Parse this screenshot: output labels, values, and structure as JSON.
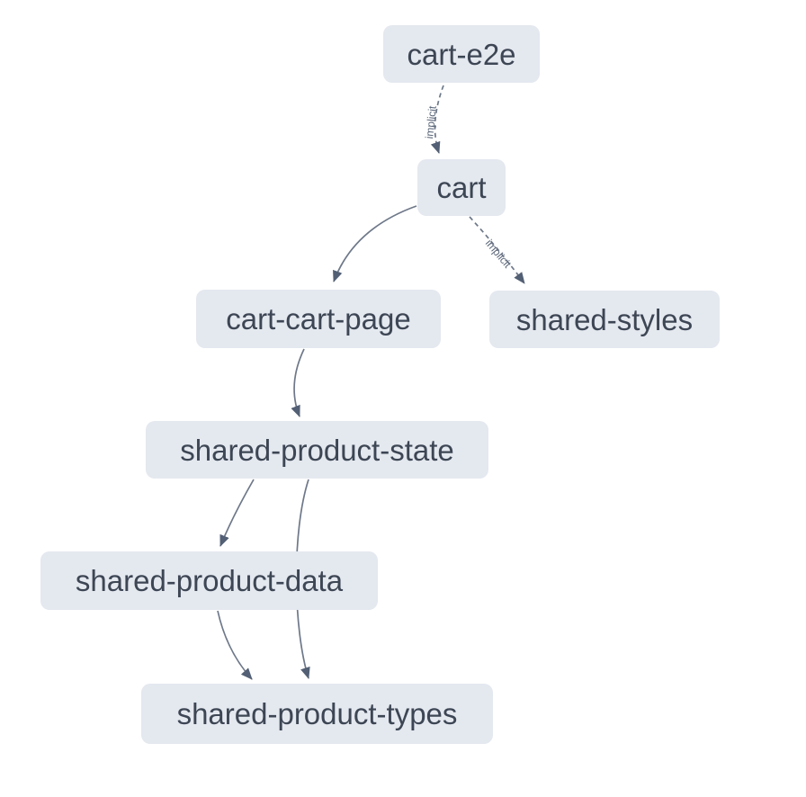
{
  "diagram": {
    "kind": "project-dependency-graph",
    "colors": {
      "background": "#ffffff",
      "node_fill": "#e4e8ef",
      "node_text": "#3d4654",
      "edge_stroke": "#6e7889",
      "arrowhead_fill": "#525f74",
      "edge_label_text": "#5a6578"
    },
    "nodes": [
      {
        "id": "cart-e2e",
        "label": "cart-e2e"
      },
      {
        "id": "cart",
        "label": "cart"
      },
      {
        "id": "cart-cart-page",
        "label": "cart-cart-page"
      },
      {
        "id": "shared-styles",
        "label": "shared-styles"
      },
      {
        "id": "shared-product-state",
        "label": "shared-product-state"
      },
      {
        "id": "shared-product-data",
        "label": "shared-product-data"
      },
      {
        "id": "shared-product-types",
        "label": "shared-product-types"
      }
    ],
    "edges": [
      {
        "source": "cart-e2e",
        "target": "cart",
        "type": "implicit",
        "label": "implicit"
      },
      {
        "source": "cart",
        "target": "cart-cart-page",
        "type": "static",
        "label": ""
      },
      {
        "source": "cart",
        "target": "shared-styles",
        "type": "implicit",
        "label": "implicit"
      },
      {
        "source": "cart-cart-page",
        "target": "shared-product-state",
        "type": "static",
        "label": ""
      },
      {
        "source": "shared-product-state",
        "target": "shared-product-data",
        "type": "static",
        "label": ""
      },
      {
        "source": "shared-product-state",
        "target": "shared-product-types",
        "type": "static",
        "label": ""
      },
      {
        "source": "shared-product-data",
        "target": "shared-product-types",
        "type": "static",
        "label": ""
      }
    ]
  }
}
